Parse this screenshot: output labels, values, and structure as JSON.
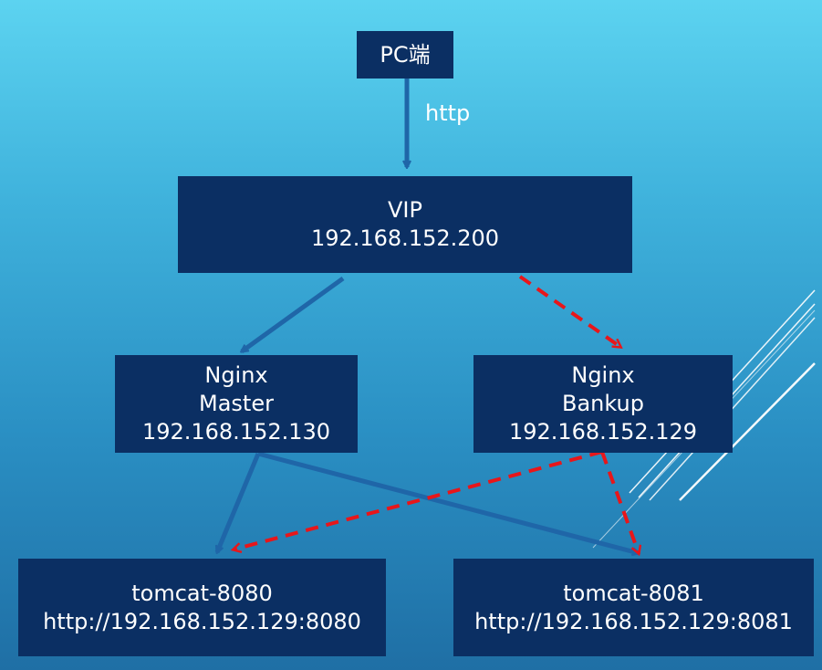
{
  "diagram": {
    "colors": {
      "node_fill": "#0b2f63",
      "node_text": "#ffffff",
      "solid_arrow": "#1f66a8",
      "dashed_arrow": "#e8161a",
      "deco_lines": "#ffffff"
    },
    "nodes": {
      "pc": {
        "label": "PC端"
      },
      "vip": {
        "line1": "VIP",
        "line2": "192.168.152.200"
      },
      "nginx_master": {
        "line1": "Nginx",
        "line2": "Master",
        "line3": "192.168.152.130"
      },
      "nginx_backup": {
        "line1": "Nginx",
        "line2": "Bankup",
        "line3": "192.168.152.129"
      },
      "tomcat_8080": {
        "line1": "tomcat-8080",
        "line2": "http://192.168.152.129:8080"
      },
      "tomcat_8081": {
        "line1": "tomcat-8081",
        "line2": "http://192.168.152.129:8081"
      }
    },
    "edges": [
      {
        "from": "pc",
        "to": "vip",
        "style": "solid",
        "label": "http"
      },
      {
        "from": "vip",
        "to": "nginx_master",
        "style": "solid"
      },
      {
        "from": "vip",
        "to": "nginx_backup",
        "style": "dashed"
      },
      {
        "from": "nginx_master",
        "to": "tomcat_8080",
        "style": "solid"
      },
      {
        "from": "nginx_master",
        "to": "tomcat_8081",
        "style": "solid"
      },
      {
        "from": "nginx_backup",
        "to": "tomcat_8080",
        "style": "dashed"
      },
      {
        "from": "nginx_backup",
        "to": "tomcat_8081",
        "style": "dashed"
      }
    ]
  }
}
